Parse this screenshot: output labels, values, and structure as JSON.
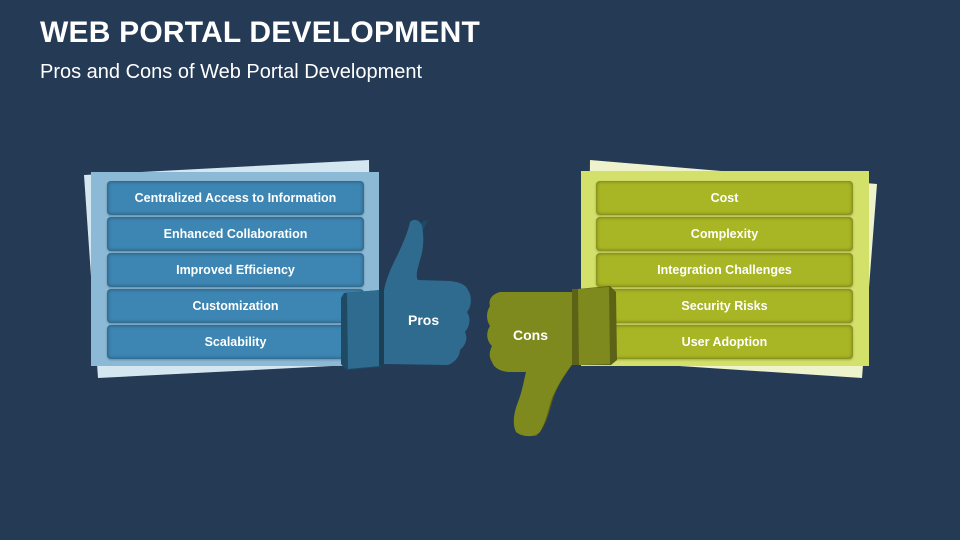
{
  "header": {
    "title": "WEB PORTAL DEVELOPMENT",
    "subtitle": "Pros and Cons of Web Portal Development"
  },
  "pros": {
    "label": "Pros",
    "icon": "thumbs-up-icon",
    "color": "#2e6b8e",
    "row_color": "#3d85b2",
    "items": [
      "Centralized Access to Information",
      "Enhanced Collaboration",
      "Improved Efficiency",
      "Customization",
      "Scalability"
    ]
  },
  "cons": {
    "label": "Cons",
    "icon": "thumbs-down-icon",
    "color": "#7f8a1e",
    "row_color": "#a8b524",
    "items": [
      "Cost",
      "Complexity",
      "Integration Challenges",
      "Security Risks",
      "User Adoption"
    ]
  },
  "colors": {
    "background": "#253a55"
  }
}
